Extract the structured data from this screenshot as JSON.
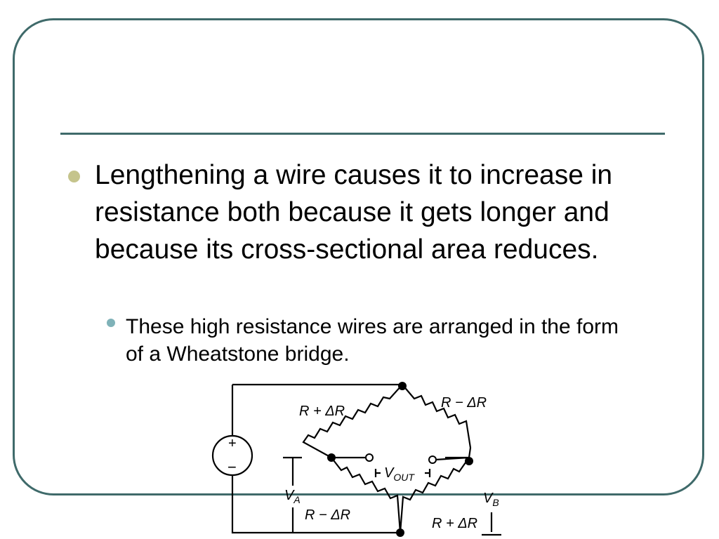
{
  "slide": {
    "bullet_1": "Lengthening a wire causes it to increase in resistance both because it gets longer and because its cross-sectional area reduces.",
    "bullet_2": "These high resistance wires are arranged in the form of a Wheatstone bridge."
  },
  "diagram": {
    "label_top_left": "R + ΔR",
    "label_top_right": "R − ΔR",
    "label_bottom_left": "R − ΔR",
    "label_bottom_right": "R + ΔR",
    "source_plus": "+",
    "source_minus": "−",
    "v_a": "V",
    "v_a_sub": "A",
    "v_b": "V",
    "v_b_sub": "B",
    "v_out": "V",
    "v_out_sub": "OUT"
  },
  "colors": {
    "frame": "#3f6a6a",
    "bullet_primary": "#c5c48c",
    "bullet_secondary": "#7fb2b8"
  }
}
